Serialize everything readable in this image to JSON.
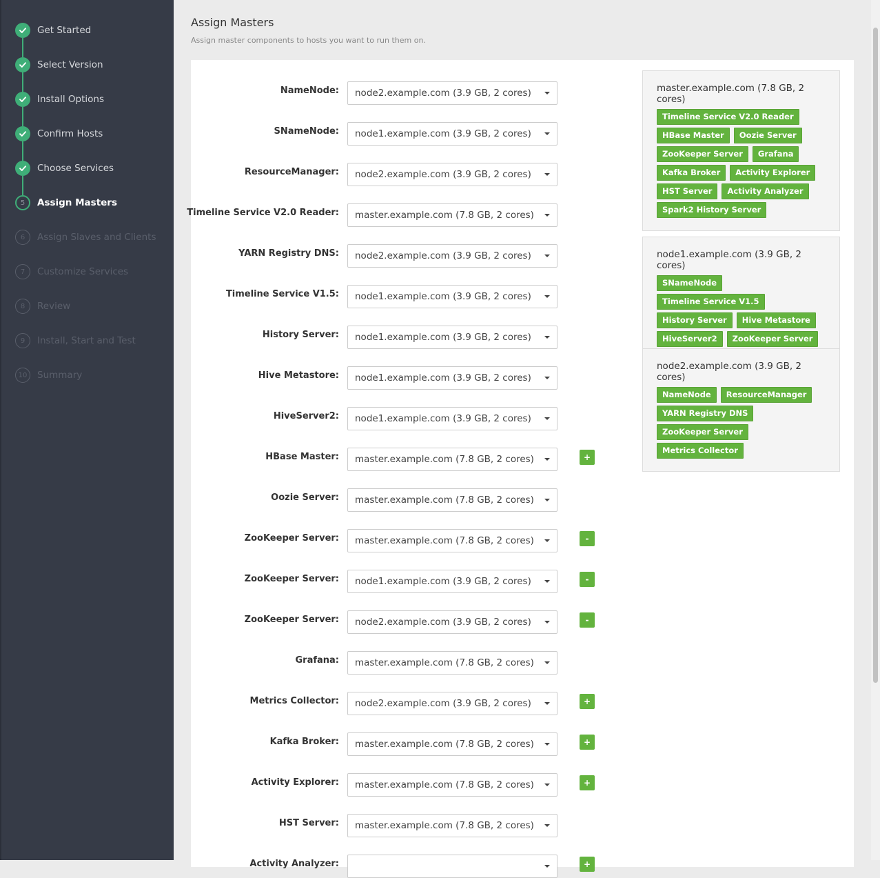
{
  "sidebar": {
    "steps": [
      {
        "number": "1",
        "label": "Get Started",
        "state": "done"
      },
      {
        "number": "2",
        "label": "Select Version",
        "state": "done"
      },
      {
        "number": "3",
        "label": "Install Options",
        "state": "done"
      },
      {
        "number": "4",
        "label": "Confirm Hosts",
        "state": "done"
      },
      {
        "number": "5",
        "label": "Choose Services",
        "state": "done"
      },
      {
        "number": "5",
        "label": "Assign Masters",
        "state": "current"
      },
      {
        "number": "6",
        "label": "Assign Slaves and Clients",
        "state": "todo"
      },
      {
        "number": "7",
        "label": "Customize Services",
        "state": "todo"
      },
      {
        "number": "8",
        "label": "Review",
        "state": "todo"
      },
      {
        "number": "9",
        "label": "Install, Start and Test",
        "state": "todo"
      },
      {
        "number": "10",
        "label": "Summary",
        "state": "todo"
      }
    ]
  },
  "header": {
    "title": "Assign Masters",
    "subtitle": "Assign master components to hosts you want to run them on."
  },
  "assignments": [
    {
      "label": "NameNode:",
      "host": "node2.example.com (3.9 GB, 2 cores)",
      "action": ""
    },
    {
      "label": "SNameNode:",
      "host": "node1.example.com (3.9 GB, 2 cores)",
      "action": ""
    },
    {
      "label": "ResourceManager:",
      "host": "node2.example.com (3.9 GB, 2 cores)",
      "action": ""
    },
    {
      "label": "Timeline Service V2.0 Reader:",
      "host": "master.example.com (7.8 GB, 2 cores)",
      "action": ""
    },
    {
      "label": "YARN Registry DNS:",
      "host": "node2.example.com (3.9 GB, 2 cores)",
      "action": ""
    },
    {
      "label": "Timeline Service V1.5:",
      "host": "node1.example.com (3.9 GB, 2 cores)",
      "action": ""
    },
    {
      "label": "History Server:",
      "host": "node1.example.com (3.9 GB, 2 cores)",
      "action": ""
    },
    {
      "label": "Hive Metastore:",
      "host": "node1.example.com (3.9 GB, 2 cores)",
      "action": ""
    },
    {
      "label": "HiveServer2:",
      "host": "node1.example.com (3.9 GB, 2 cores)",
      "action": ""
    },
    {
      "label": "HBase Master:",
      "host": "master.example.com (7.8 GB, 2 cores)",
      "action": "+"
    },
    {
      "label": "Oozie Server:",
      "host": "master.example.com (7.8 GB, 2 cores)",
      "action": ""
    },
    {
      "label": "ZooKeeper Server:",
      "host": "master.example.com (7.8 GB, 2 cores)",
      "action": "-"
    },
    {
      "label": "ZooKeeper Server:",
      "host": "node1.example.com (3.9 GB, 2 cores)",
      "action": "-"
    },
    {
      "label": "ZooKeeper Server:",
      "host": "node2.example.com (3.9 GB, 2 cores)",
      "action": "-"
    },
    {
      "label": "Grafana:",
      "host": "master.example.com (7.8 GB, 2 cores)",
      "action": ""
    },
    {
      "label": "Metrics Collector:",
      "host": "node2.example.com (3.9 GB, 2 cores)",
      "action": "+"
    },
    {
      "label": "Kafka Broker:",
      "host": "master.example.com (7.8 GB, 2 cores)",
      "action": "+"
    },
    {
      "label": "Activity Explorer:",
      "host": "master.example.com (7.8 GB, 2 cores)",
      "action": "+"
    },
    {
      "label": "HST Server:",
      "host": "master.example.com (7.8 GB, 2 cores)",
      "action": ""
    },
    {
      "label": "Activity Analyzer:",
      "host": "",
      "action": "+"
    }
  ],
  "hosts": [
    {
      "title": "master.example.com (7.8 GB, 2 cores)",
      "components": [
        "Timeline Service V2.0 Reader",
        "HBase Master",
        "Oozie Server",
        "ZooKeeper Server",
        "Grafana",
        "Kafka Broker",
        "Activity Explorer",
        "HST Server",
        "Activity Analyzer",
        "Spark2 History Server"
      ]
    },
    {
      "title": "node1.example.com (3.9 GB, 2 cores)",
      "components": [
        "SNameNode",
        "Timeline Service V1.5",
        "History Server",
        "Hive Metastore",
        "HiveServer2",
        "ZooKeeper Server"
      ]
    },
    {
      "title": "node2.example.com (3.9 GB, 2 cores)",
      "components": [
        "NameNode",
        "ResourceManager",
        "YARN Registry DNS",
        "ZooKeeper Server",
        "Metrics Collector"
      ]
    }
  ],
  "colors": {
    "sidebar_bg": "#363b47",
    "step_done": "#3fae78",
    "tag_green": "#63b33e"
  }
}
